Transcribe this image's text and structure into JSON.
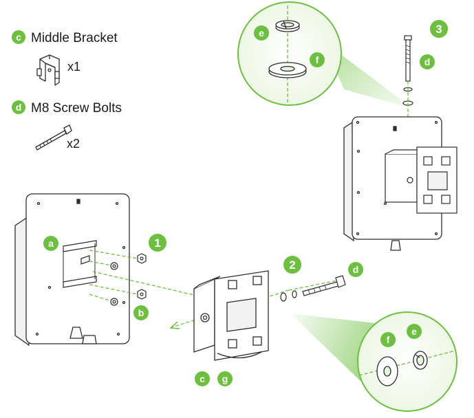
{
  "parts": {
    "middle_bracket": {
      "letter": "c",
      "name": "Middle Bracket",
      "qty": "x1"
    },
    "screw_bolts": {
      "letter": "d",
      "name": "M8 Screw Bolts",
      "qty": "x2"
    }
  },
  "steps": {
    "one": "1",
    "two": "2",
    "three": "3"
  },
  "callouts": {
    "a": "a",
    "b": "b",
    "c": "c",
    "d": "d",
    "e": "e",
    "f": "f",
    "g": "g"
  },
  "colors": {
    "accent": "#6cbf3f",
    "line": "#2b2b2b",
    "magnifier_fill": "#e6f3da"
  }
}
